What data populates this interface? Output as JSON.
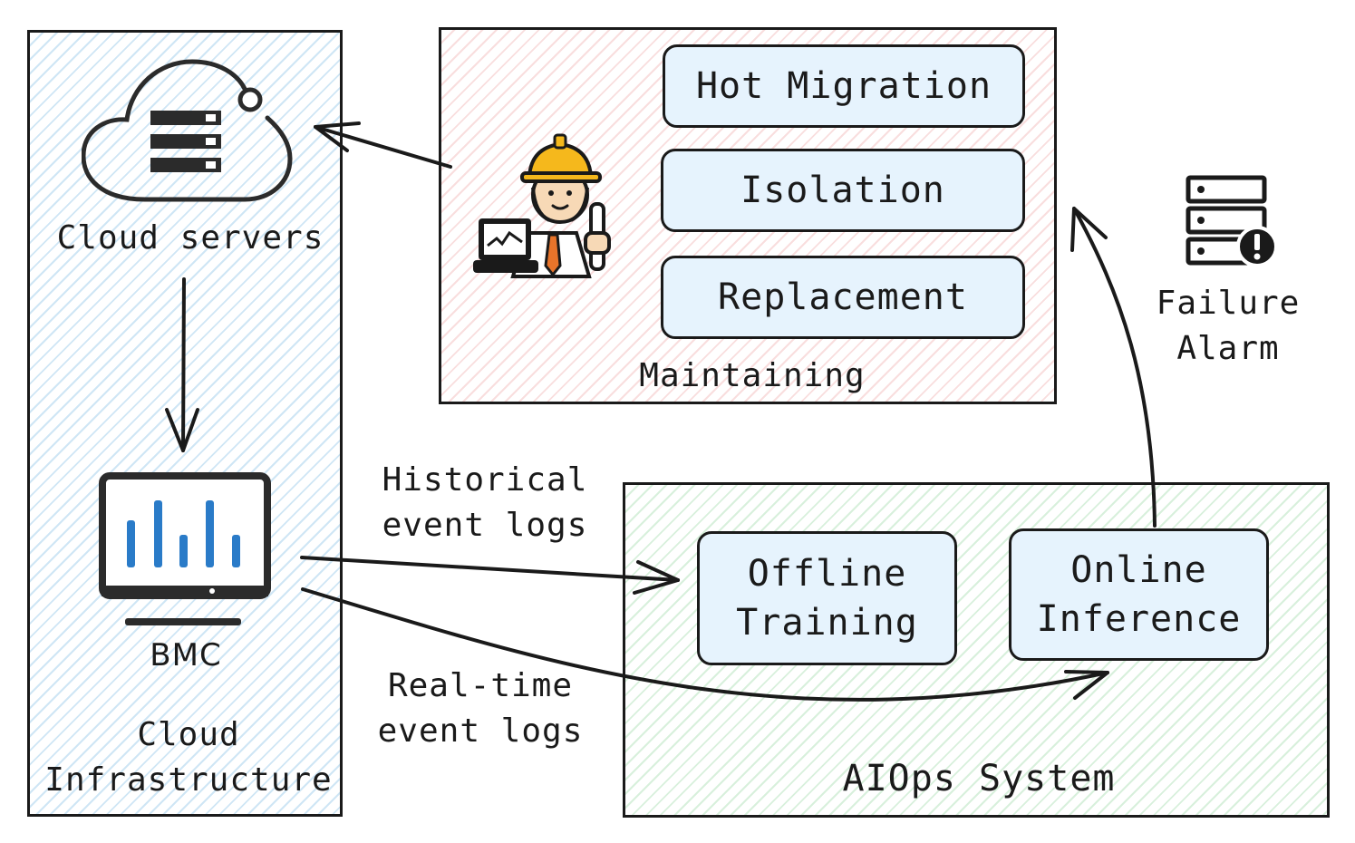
{
  "panels": {
    "infrastructure": "Cloud\nInfrastructure",
    "maintaining": "Maintaining",
    "aiops": "AIOps System"
  },
  "nodes": {
    "cloud_servers": "Cloud servers",
    "bmc": "BMC",
    "failure_alarm": "Failure\nAlarm"
  },
  "actions": {
    "hot_migration": "Hot Migration",
    "isolation": "Isolation",
    "replacement": "Replacement"
  },
  "aiops_modules": {
    "offline_training": "Offline\nTraining",
    "online_inference": "Online\nInference"
  },
  "edges": {
    "historical_logs": "Historical\nevent logs",
    "realtime_logs": "Real-time\nevent logs"
  },
  "icons": {
    "cloud": "cloud-server-icon",
    "bmc": "monitor-bar-chart-icon",
    "engineer": "engineer-icon",
    "alarm": "server-alert-icon"
  },
  "colors": {
    "box_fill": "#e6f3fd",
    "infra_hatch": "#cfe6f5",
    "maint_hatch": "#f9dede",
    "aiops_hatch": "#d8f0dc",
    "bmc_bars": "#2a7bc8"
  }
}
